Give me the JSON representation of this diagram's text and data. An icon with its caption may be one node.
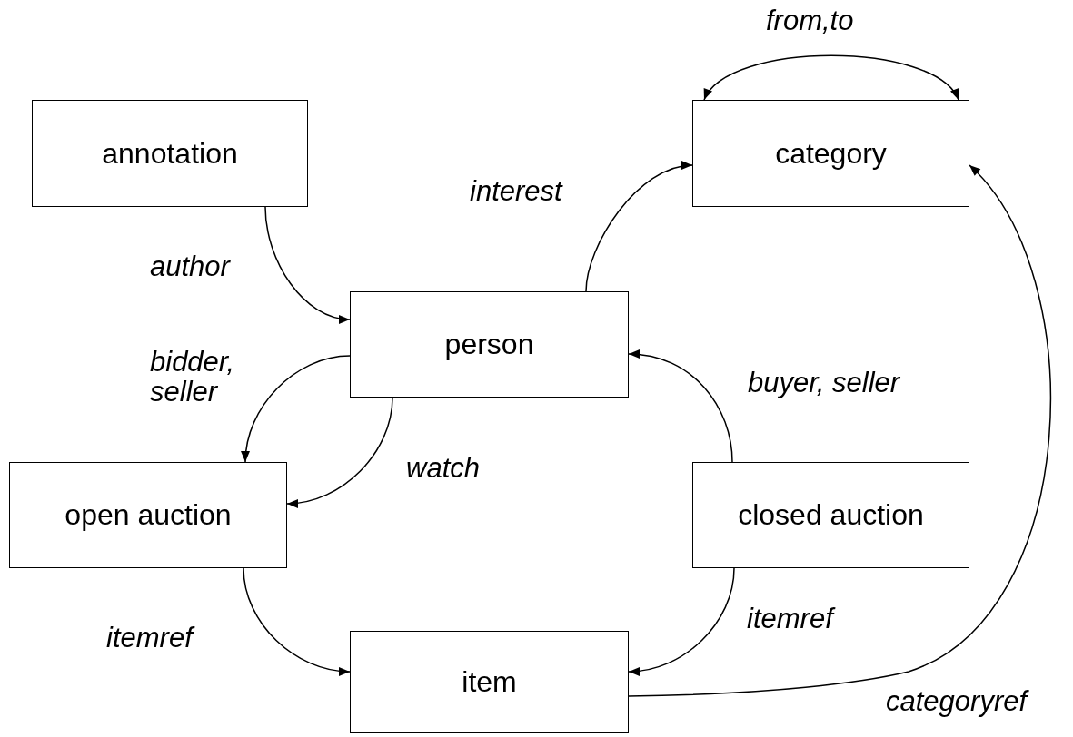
{
  "diagram": {
    "nodes": [
      {
        "text": [
          "annotation"
        ]
      },
      {
        "text": [
          "category"
        ]
      },
      {
        "text": [
          "person"
        ]
      },
      {
        "text": [
          "open auction"
        ]
      },
      {
        "text": [
          "closed auction"
        ]
      },
      {
        "text": [
          "item"
        ]
      }
    ],
    "edges": [
      {
        "from": 0,
        "to": 2,
        "arrow": "to",
        "label": "author"
      },
      {
        "from": 2,
        "to": 1,
        "arrow": "to",
        "label": "interest"
      },
      {
        "from": 2,
        "to": 3,
        "arrow": "to",
        "label": "bidder, seller"
      },
      {
        "from": 2,
        "to": 3,
        "arrow": "to",
        "label": "watch"
      },
      {
        "from": 4,
        "to": 2,
        "arrow": "to",
        "label": "buyer, seller"
      },
      {
        "from": 3,
        "to": 5,
        "arrow": "to",
        "label": "itemref"
      },
      {
        "from": 4,
        "to": 5,
        "arrow": "to",
        "label": "itemref"
      },
      {
        "from": 5,
        "to": 1,
        "arrow": "to",
        "label": "categoryref"
      },
      {
        "from": 1,
        "to": 1,
        "arrow": "both",
        "label": "from,to"
      }
    ]
  }
}
